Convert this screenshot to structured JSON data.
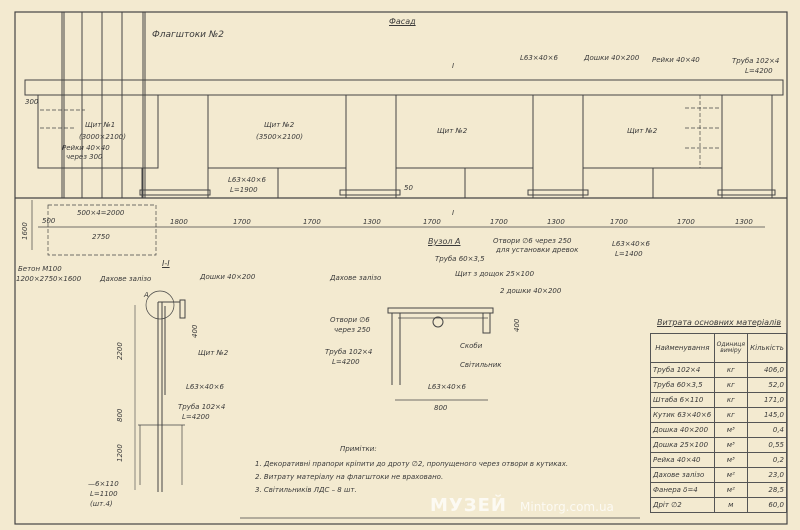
{
  "facade": {
    "title": "Фасад",
    "flagpoles": "Флагштоки №2",
    "angle_top": "L63×40×6",
    "boards": "Дошки 40×200",
    "slats": "Рейки 40×40",
    "pipe": "Труба 102×4",
    "pipe_len": "L=4200",
    "dim300": "300",
    "panel1": "Щит №1",
    "panel1_size": "(3000×2100)",
    "slats_note": "Рейки 40×40",
    "slats_step": "через 300",
    "panel2": "Щит №2",
    "panel2_size": "(3500×2100)",
    "panel3": "Щит №2",
    "panel4": "Щит №2",
    "angle_bottom": "L63×40×6",
    "angle_bottom_len": "L=1900",
    "dim50": "50",
    "holes": "Отвори ∅6 через 250",
    "holes2": "для установки древок",
    "angle_right": "L63×40×6",
    "angle_right_len": "L=1400",
    "section_mark": "І",
    "dims": [
      "500",
      "500×4=2000",
      "1800",
      "1700",
      "1700",
      "1300",
      "1700",
      "1700",
      "1300",
      "1700",
      "1700",
      "1300"
    ],
    "dim2750": "2750",
    "dim1600": "1600",
    "concrete": "Бетон М100",
    "concrete_size": "1200×2750×1600"
  },
  "section": {
    "title": "І-І",
    "roof": "Дахове залізо",
    "boards": "Дошки 40×200",
    "node": "А",
    "d400": "400",
    "d2200": "2200",
    "panel": "Щит №2",
    "angle": "L63×40×6",
    "d800": "800",
    "pipe": "Труба 102×4",
    "pipe_len": "L=4200",
    "d1200": "1200",
    "strip": "—6×110",
    "strip_len": "L=1100",
    "strip_qty": "(шт.4)"
  },
  "node": {
    "title": "Вузол А",
    "pipe_small": "Труба 60×3,5",
    "shield": "Щит з дощок 25×100",
    "roof": "Дахове залізо",
    "boards": "2 дошки 40×200",
    "holes": "Отвори ∅6",
    "holes2": "через 250",
    "pipe": "Труба 102×4",
    "pipe_len": "L=4200",
    "brackets": "Скоби",
    "lamp": "Світильник",
    "angle": "L63×40×6",
    "d800": "800",
    "d400": "400"
  },
  "notes": {
    "title": "Примітки:",
    "items": [
      "1. Декоративні прапори кріпити до дроту ∅2, пропущеного через отвори в кутиках.",
      "2. Витрату матеріалу на флагштоки не враховано.",
      "3. Світильників ЛДС – 8 шт."
    ]
  },
  "materials": {
    "title": "Витрата основних матеріалів",
    "headers": [
      "Найменування",
      "Одиниця виміру",
      "Кількість"
    ],
    "rows": [
      [
        "Труба 102×4",
        "кг",
        "406,0"
      ],
      [
        "Труба 60×3,5",
        "кг",
        "52,0"
      ],
      [
        "Штаба 6×110",
        "кг",
        "171,0"
      ],
      [
        "Кутик 63×40×6",
        "кг",
        "145,0"
      ],
      [
        "Дошка 40×200",
        "м³",
        "0,4"
      ],
      [
        "Дошка 25×100",
        "м³",
        "0,55"
      ],
      [
        "Рейка 40×40",
        "м³",
        "0,2"
      ],
      [
        "Дахове залізо",
        "м²",
        "23,0"
      ],
      [
        "Фанера δ=4",
        "м²",
        "28,5"
      ],
      [
        "Дріт ∅2",
        "м",
        "60,0"
      ]
    ]
  },
  "watermark": {
    "line1": "МУЗЕЙ",
    "line2": "Mintorg.com.ua"
  }
}
